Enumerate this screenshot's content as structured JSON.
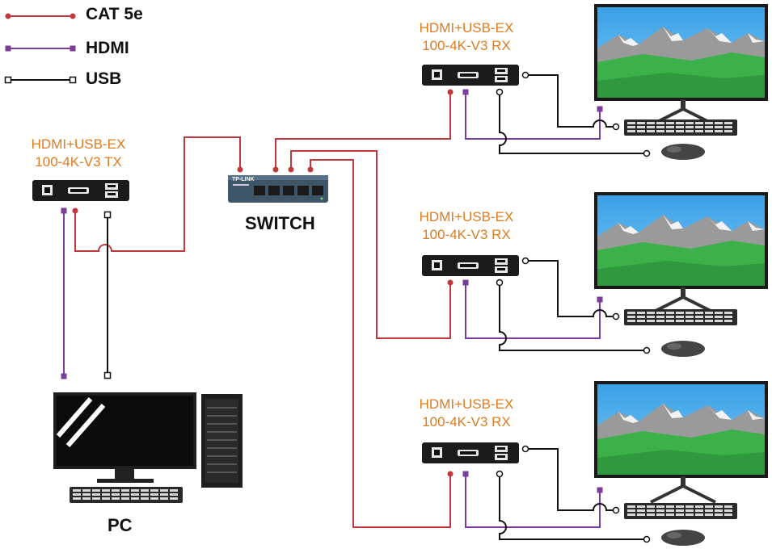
{
  "legend": [
    {
      "label": "CAT 5e",
      "color": "#c0383c"
    },
    {
      "label": "HDMI",
      "color": "#7a3d99"
    },
    {
      "label": "USB",
      "color": "#111111"
    }
  ],
  "tx": {
    "line1": "HDMI+USB-EX",
    "line2": "100-4K-V3 TX"
  },
  "rx": [
    {
      "line1": "HDMI+USB-EX",
      "line2": "100-4K-V3 RX"
    },
    {
      "line1": "HDMI+USB-EX",
      "line2": "100-4K-V3 RX"
    },
    {
      "line1": "HDMI+USB-EX",
      "line2": "100-4K-V3 RX"
    }
  ],
  "switch": {
    "label": "SWITCH",
    "brand": "TP-LINK"
  },
  "pc": {
    "label": "PC"
  },
  "colors": {
    "label_orange": "#e07b1e",
    "cat5e": "#c0383c",
    "hdmi": "#7a3d99",
    "usb": "#111111"
  },
  "icons": [
    "extender-box",
    "network-switch",
    "monitor",
    "keyboard",
    "mouse",
    "pc-tower"
  ]
}
